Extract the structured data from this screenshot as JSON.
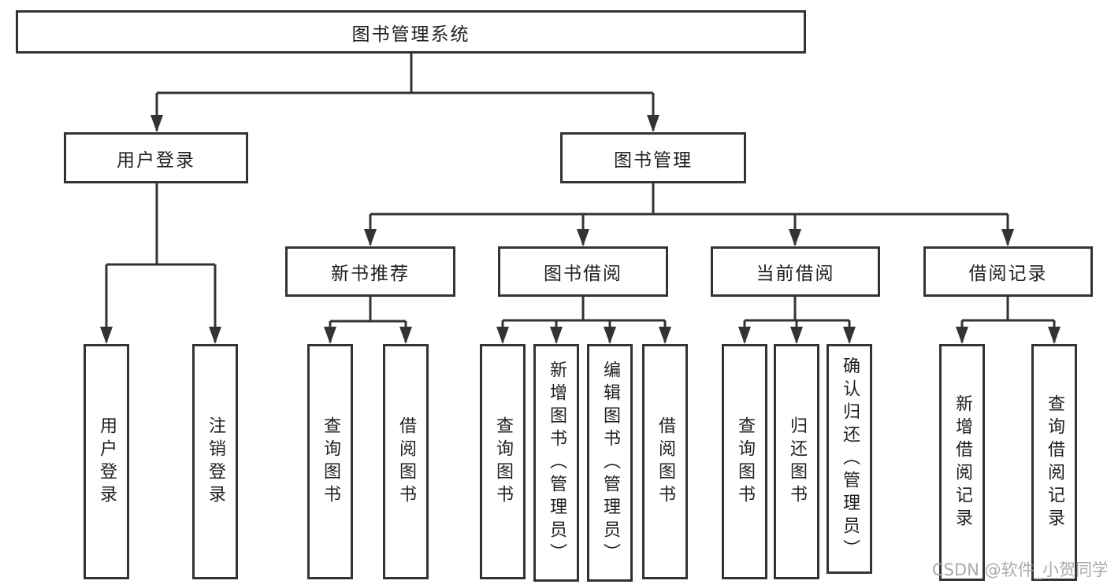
{
  "tree": {
    "root": {
      "label": "图书管理系统"
    },
    "children": [
      {
        "label": "用户登录",
        "children": [
          {
            "label": "用户登录"
          },
          {
            "label": "注销登录"
          }
        ]
      },
      {
        "label": "图书管理",
        "children": [
          {
            "label": "新书推荐",
            "children": [
              {
                "label": "查询图书"
              },
              {
                "label": "借阅图书"
              }
            ]
          },
          {
            "label": "图书借阅",
            "children": [
              {
                "label": "查询图书"
              },
              {
                "label": "新增图书（管理员）"
              },
              {
                "label": "编辑图书（管理员）"
              },
              {
                "label": "借阅图书"
              }
            ]
          },
          {
            "label": "当前借阅",
            "children": [
              {
                "label": "查询图书"
              },
              {
                "label": "归还图书"
              },
              {
                "label": "确认归还（管理员）"
              }
            ]
          },
          {
            "label": "借阅记录",
            "children": [
              {
                "label": "新增借阅记录"
              },
              {
                "label": "查询借阅记录"
              }
            ]
          }
        ]
      }
    ]
  },
  "watermark": {
    "text": "CSDN @软件_小贺同学"
  },
  "colors": {
    "line": "#333333",
    "box_border": "#333333",
    "text": "#1f1f1f",
    "background": "#ffffff",
    "watermark": "#ababab"
  }
}
